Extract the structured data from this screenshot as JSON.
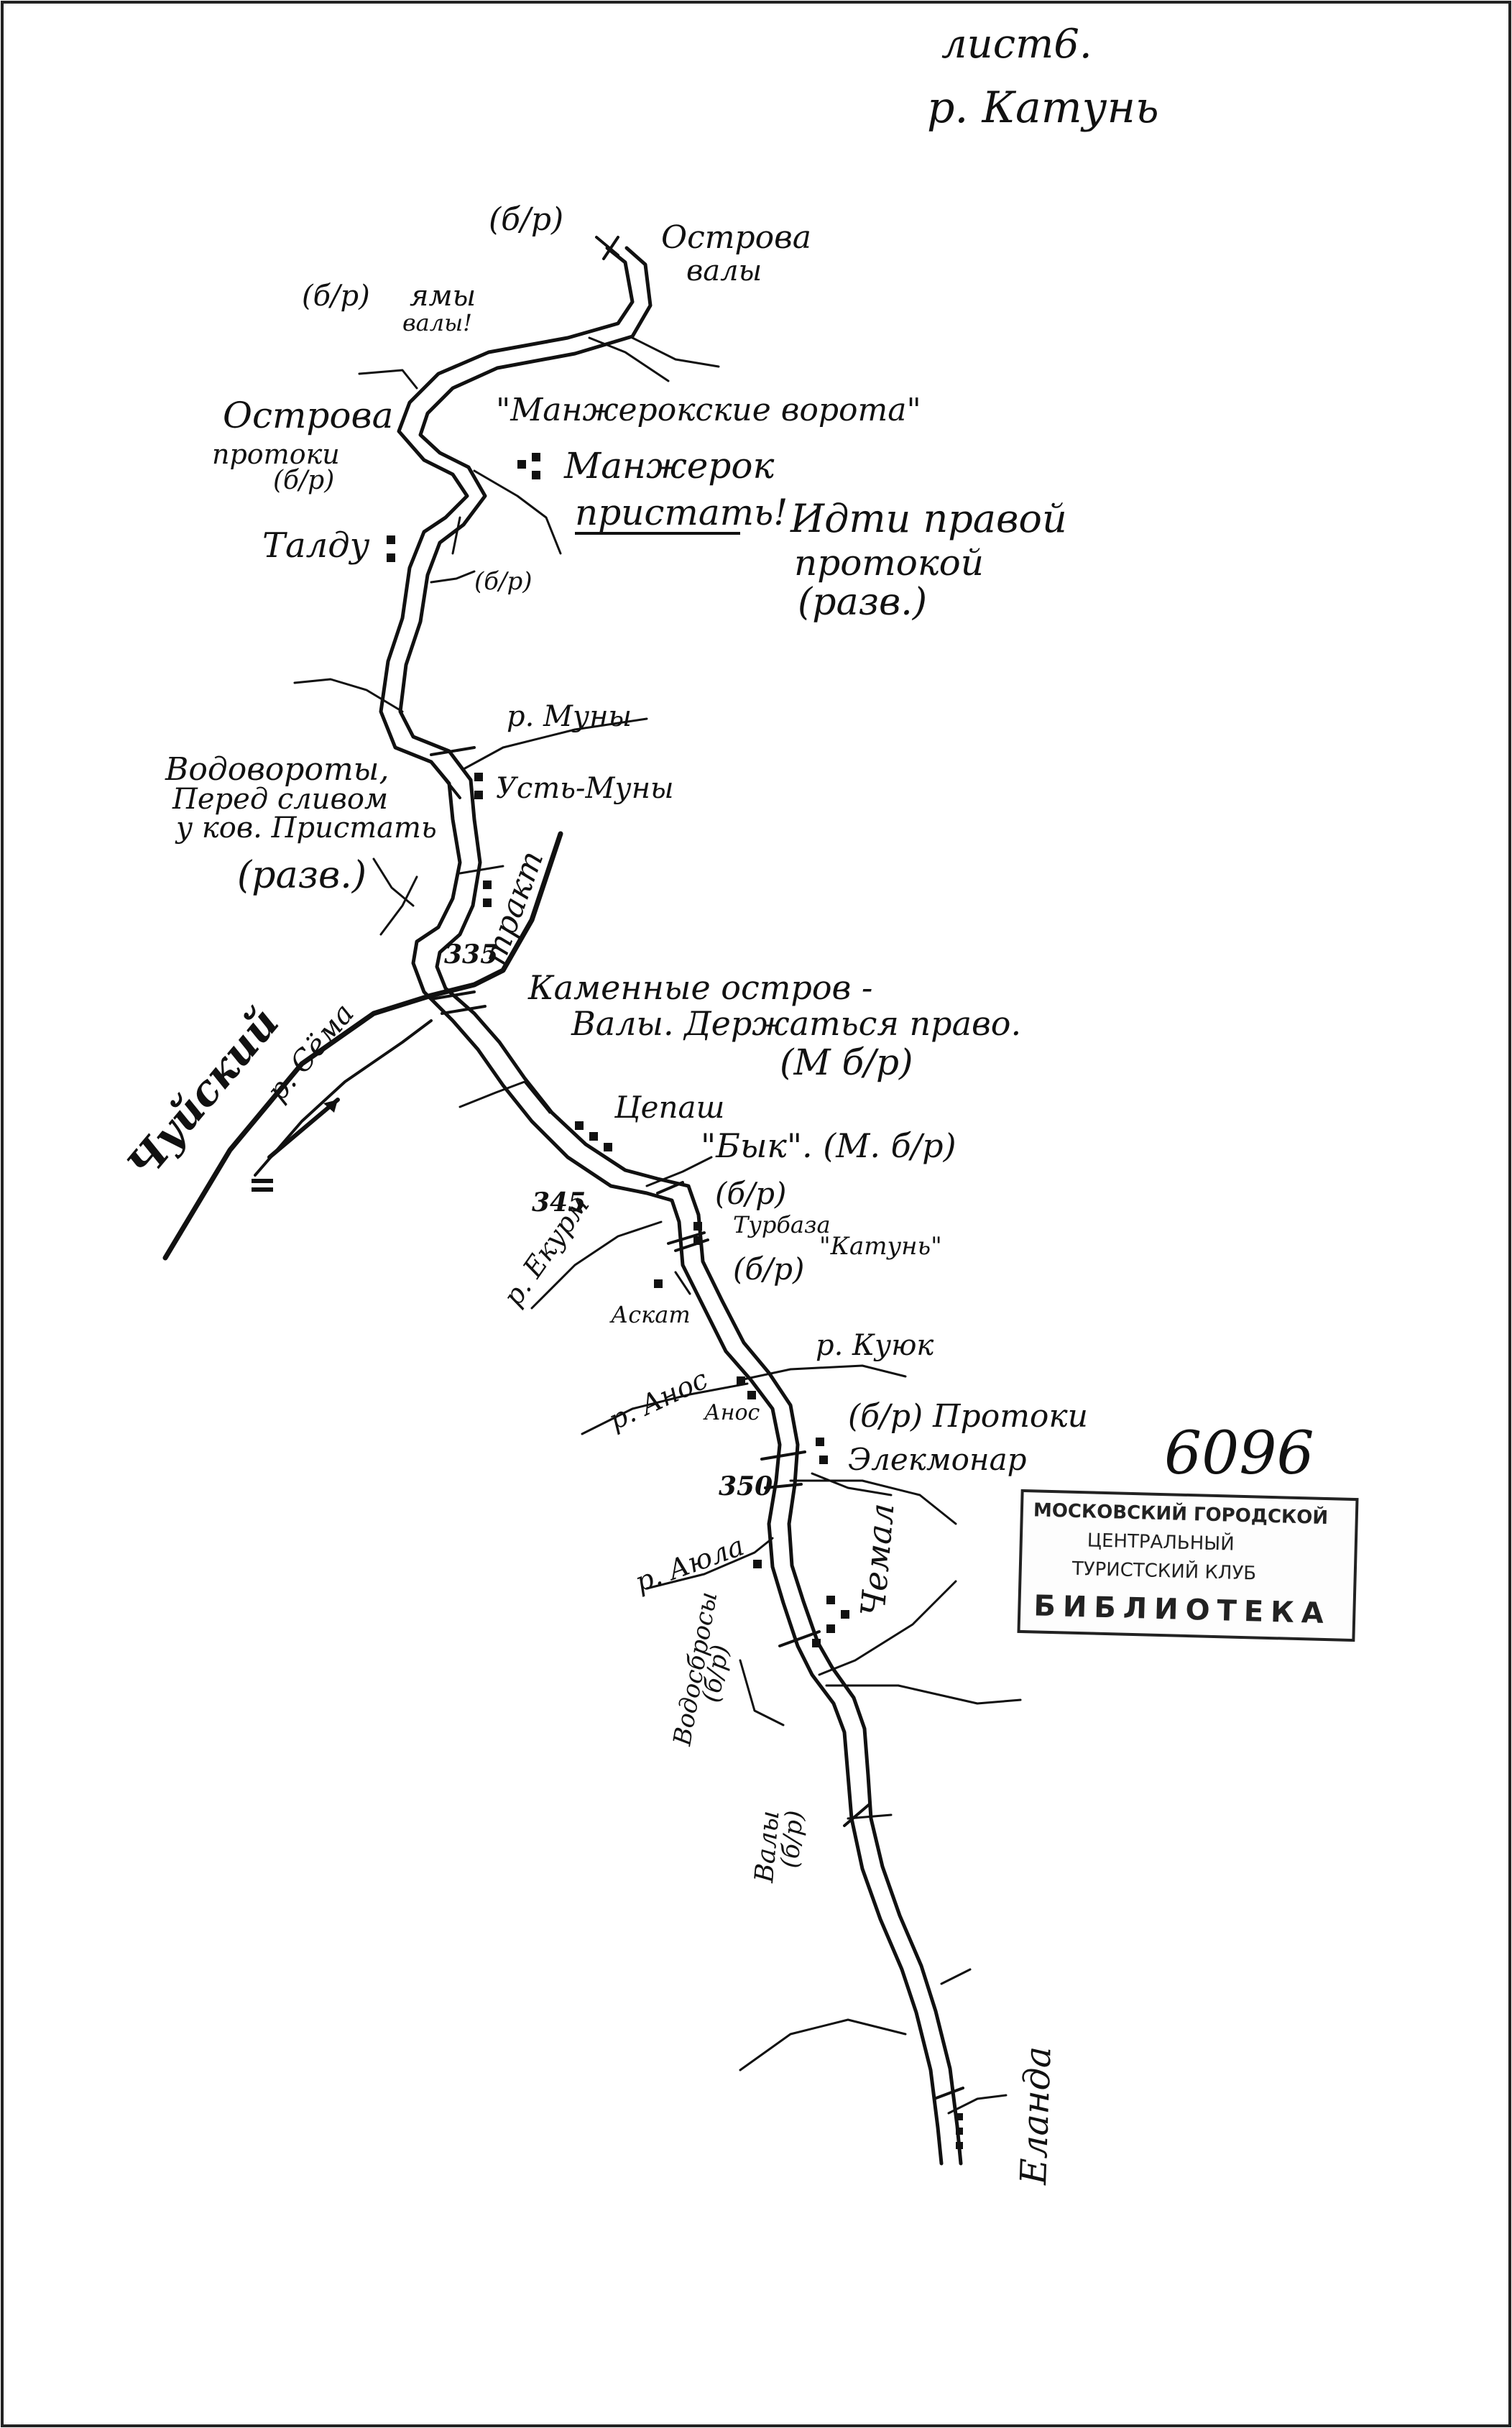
{
  "header": {
    "sheet": "лист6.",
    "river": "р. Катунь"
  },
  "inventory_number": "6096",
  "stamp": {
    "line1": "МОСКОВСКИЙ ГОРОДСКОЙ",
    "line2": "ЦЕНТРАЛЬНЫЙ",
    "line3": "ТУРИСТСКИЙ КЛУБ",
    "line4": "БИБЛИОТЕКА"
  },
  "labels": {
    "bp_top": "(б/р)",
    "ostrova_valy_1": "Острова",
    "ostrova_valy_2": "валы",
    "bp_2": "(б/р)",
    "yamy_valy_1": "ямы",
    "yamy_valy_2": "валы!",
    "ostrova_protoki_1": "Острова",
    "ostrova_protoki_2": "протоки",
    "ostrova_protoki_3": "(б/р)",
    "manzherok_gates": "\"Манжерокские ворота\"",
    "manzherok": "Манжерок",
    "pristat": "пристать!",
    "idti_1": "Идти правой",
    "idti_2": "протокой",
    "idti_3": "(разв.)",
    "taldu": "Талду",
    "bp_taldu": "(б/р)",
    "muny": "р. Муны",
    "ust_muny": "Усть-Муны",
    "vodo_1": "Водовороты,",
    "vodo_2": "Перед сливом",
    "vodo_3": "у ков. Пристать",
    "vodo_4": "(разв.)",
    "km335": "335",
    "trakt": "тракт",
    "kamen_1": "Каменные остров -",
    "kamen_2": "Валы. Держаться право.",
    "kamen_3": "(М б/р)",
    "chuysky": "Чуйский",
    "sema": "р. Сёма",
    "tsepash": "Цепаш",
    "byk": "\"Бык\". (М. б/р)",
    "bp_3": "(б/р)",
    "km345": "345",
    "turbaza": "Турбаза",
    "katun_base": "\"Катунь\"",
    "bp_4": "(б/р)",
    "ekurm": "р. Екурм",
    "askat": "Аскат",
    "kuyuk": "р. Куюк",
    "anos_river": "р. Анос",
    "anos": "Анос",
    "bp_5": "(б/р) Протоки",
    "elekmonar": "Элекмонар",
    "km350": "350",
    "ayula": "р. Аюла",
    "chemal": "Чемал",
    "vodosbros_1": "Водосбросы",
    "vodosbros_2": "(б/р)",
    "valy_1": "Валы",
    "valy_2": "(б/р)",
    "elanda": "Еланда"
  }
}
